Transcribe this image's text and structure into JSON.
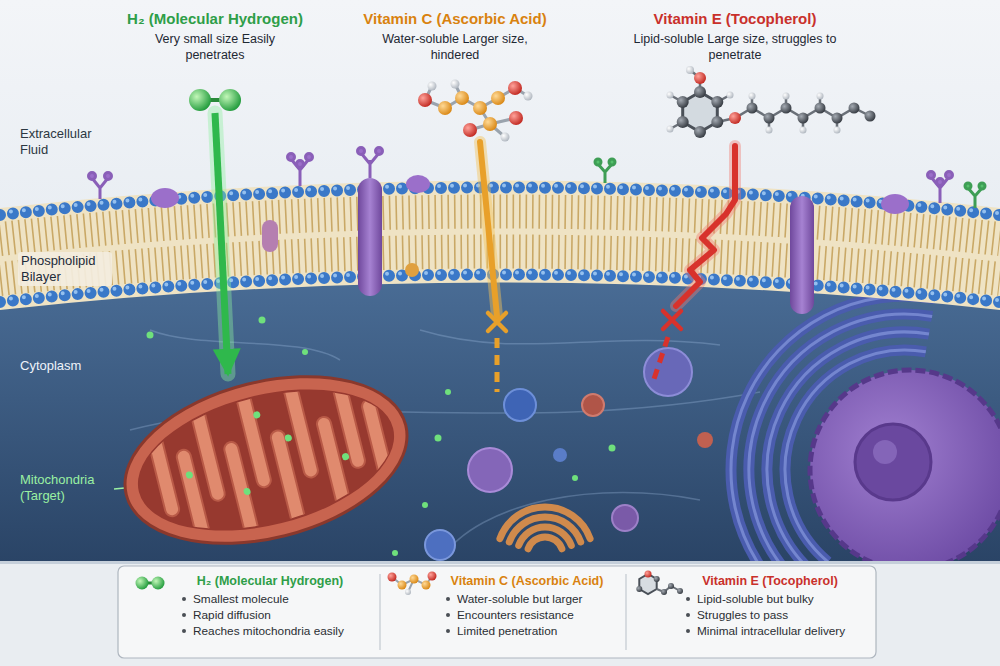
{
  "diagram": {
    "nodes": [
      {
        "text": [
          "H₂ (Molecular Hydrogen)",
          "Very small size Easily penetrates"
        ]
      },
      {
        "text": [
          "Vitamin C (Ascorbic Acid)",
          "Water-soluble Larger size, hindered"
        ]
      },
      {
        "text": [
          "Vitamin E (Tocopherol)",
          "Lipid-soluble Large size, struggles to penetrate"
        ]
      },
      {
        "text": [
          "Mitochondria (Target)"
        ]
      },
      {
        "text": [
          "H₂ (Molecular Hydrogen)",
          "Smallest molecule",
          "Rapid diffusion",
          "Reaches mitochondria easily"
        ]
      },
      {
        "text": [
          "Vitamin C (Ascorbic Acid)",
          "Water-soluble but larger",
          "Encounters resistance",
          "Limited penetration"
        ]
      },
      {
        "text": [
          "Vitamin E (Tocopherol)",
          "Lipid-soluble but bulky",
          "Struggles to pass",
          "Minimal intracellular delivery"
        ]
      }
    ],
    "edges": [
      {
        "from": 0,
        "to": 3,
        "arrow": "to"
      }
    ],
    "labels": [
      "Extracellular Fluid",
      "Phospholipid Bilayer",
      "Cytoplasm"
    ]
  }
}
